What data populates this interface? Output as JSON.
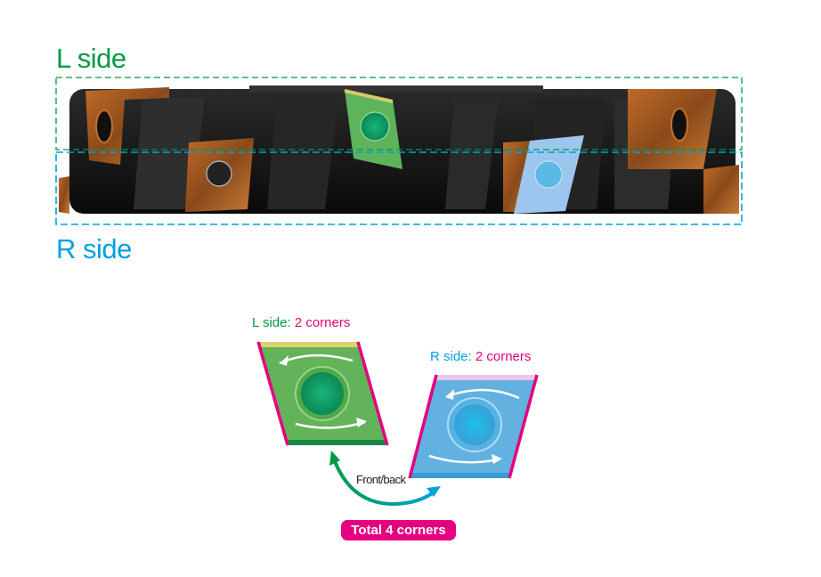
{
  "labels": {
    "l_side": "L side",
    "r_side": "R side",
    "l_corners_prefix": "L side:",
    "l_corners_value": "2 corners",
    "r_corners_prefix": "R side:",
    "r_corners_value": "2 corners",
    "front_back": "Front/back",
    "total": "Total 4 corners"
  },
  "colors": {
    "l_side": "#009a44",
    "r_side": "#00a0e0",
    "accent": "#e4007f",
    "insert_body": "#d2691e"
  }
}
